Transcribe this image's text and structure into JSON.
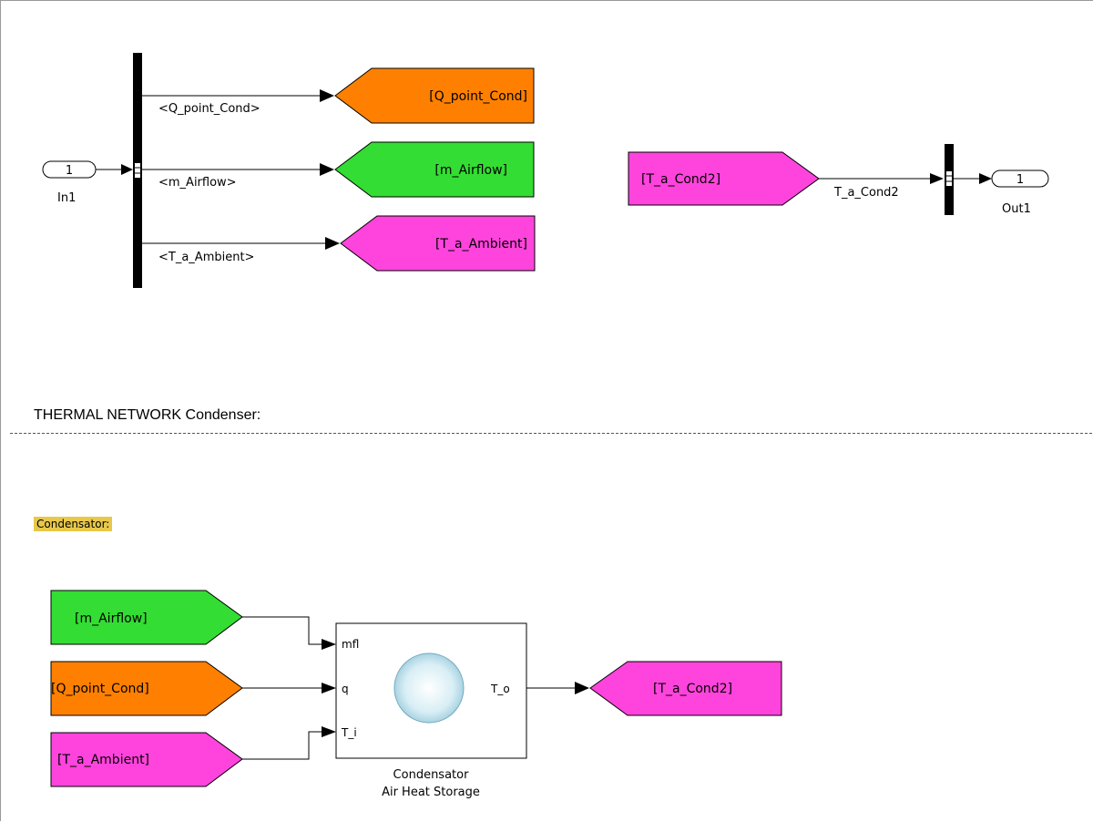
{
  "diagram": {
    "inport": {
      "number": "1",
      "name": "In1"
    },
    "outport": {
      "number": "1",
      "name": "Out1"
    },
    "bus_signals": [
      "<Q_point_Cond>",
      "<m_Airflow>",
      "<T_a_Ambient>"
    ],
    "goto_tags": [
      "[Q_point_Cond]",
      "[m_Airflow]",
      "[T_a_Ambient]"
    ],
    "from_out": "[T_a_Cond2]",
    "bus_out_signal": "T_a_Cond2",
    "section_title": "THERMAL NETWORK Condenser:",
    "annotation": "Condensator:",
    "from_tags": [
      "[m_Airflow]",
      "[Q_point_Cond]",
      "[T_a_Ambient]"
    ],
    "block": {
      "inputs": [
        "mfl",
        "q",
        "T_i"
      ],
      "output": "T_o",
      "caption_line1": "Condensator",
      "caption_line2": "Air Heat Storage"
    },
    "goto_out": "[T_a_Cond2]"
  },
  "colors": {
    "orange": "#ff8000",
    "green": "#33dd33",
    "magenta": "#ff44dd",
    "annotation": "#e8c84a"
  }
}
